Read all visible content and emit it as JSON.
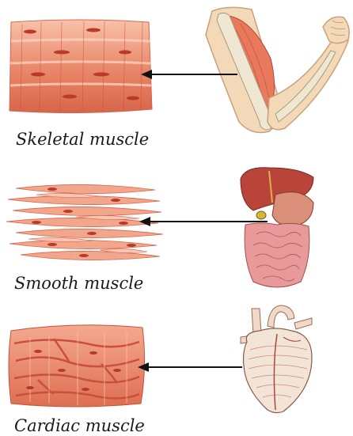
{
  "rows": [
    {
      "id": "skeletal",
      "label": "Skeletal muscle",
      "organ": "arm-flexing",
      "tissue": "striated-long-fibers"
    },
    {
      "id": "smooth",
      "label": "Smooth muscle",
      "organ": "digestive-tract",
      "tissue": "spindle-shaped-cells"
    },
    {
      "id": "cardiac",
      "label": "Cardiac muscle",
      "organ": "heart",
      "tissue": "branched-striated-fibers"
    }
  ],
  "colors": {
    "muscle_light": "#f6b49a",
    "muscle_mid": "#e8795d",
    "muscle_dark": "#c9503b",
    "nucleus": "#b83a2a",
    "skin": "#f4d9b8",
    "bone": "#efe7d2",
    "liver": "#b8443a",
    "intestine": "#e89a9a",
    "arrow": "#111111"
  }
}
